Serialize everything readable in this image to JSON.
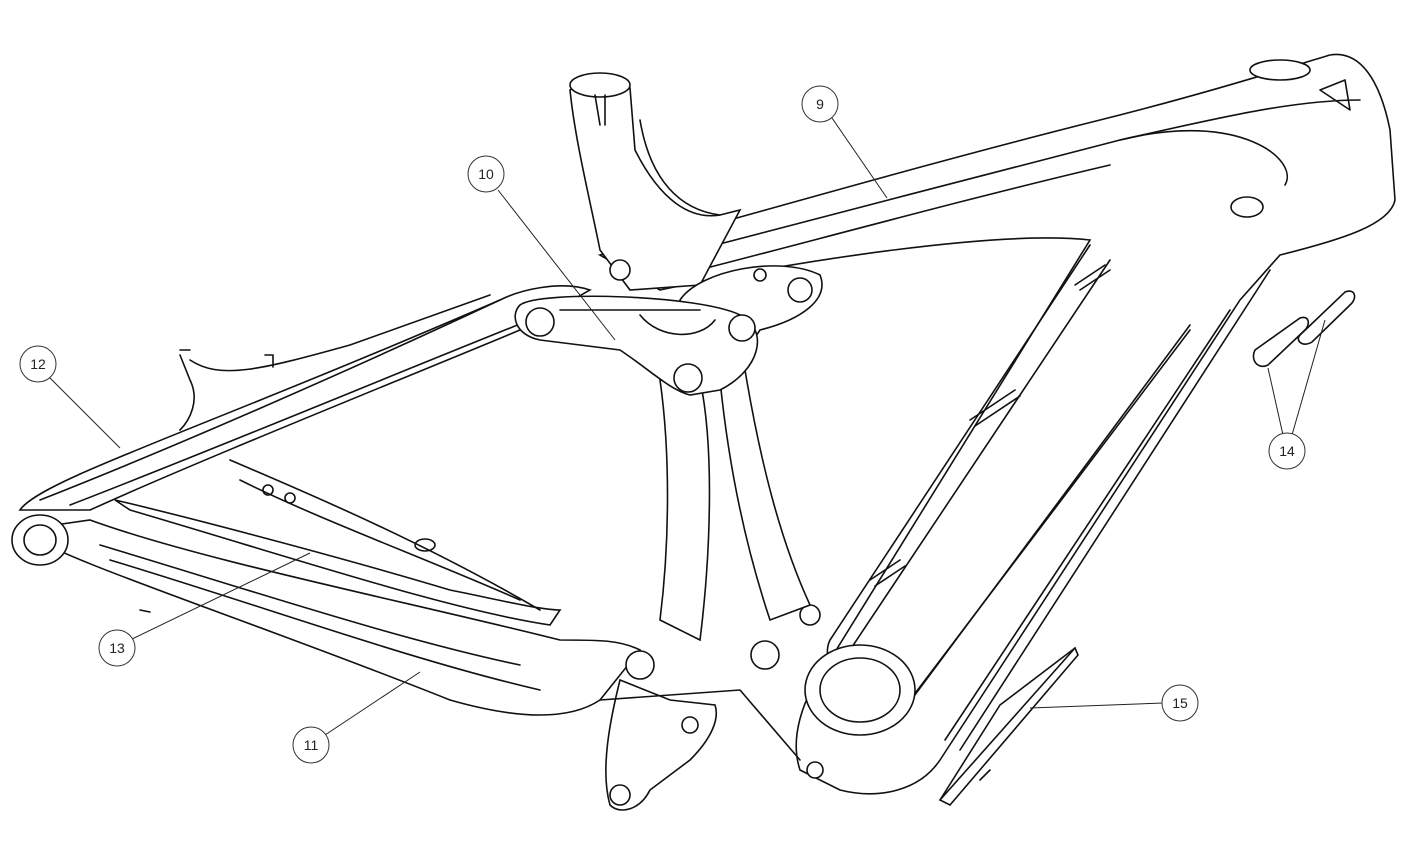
{
  "diagram": {
    "type": "exploded-parts-drawing",
    "callouts": [
      {
        "id": "9",
        "label": "9"
      },
      {
        "id": "10",
        "label": "10"
      },
      {
        "id": "11",
        "label": "11"
      },
      {
        "id": "12",
        "label": "12"
      },
      {
        "id": "13",
        "label": "13"
      },
      {
        "id": "14",
        "label": "14"
      },
      {
        "id": "15",
        "label": "15"
      }
    ]
  }
}
